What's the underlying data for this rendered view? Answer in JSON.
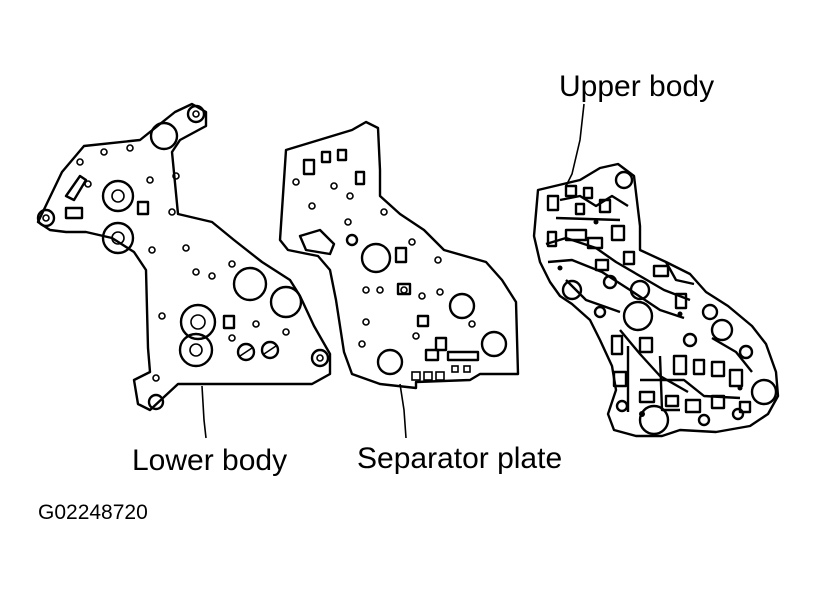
{
  "figure": {
    "labels": {
      "upper_body": "Upper body",
      "lower_body": "Lower body",
      "separator_plate": "Separator plate"
    },
    "figure_code": "G02248720"
  }
}
